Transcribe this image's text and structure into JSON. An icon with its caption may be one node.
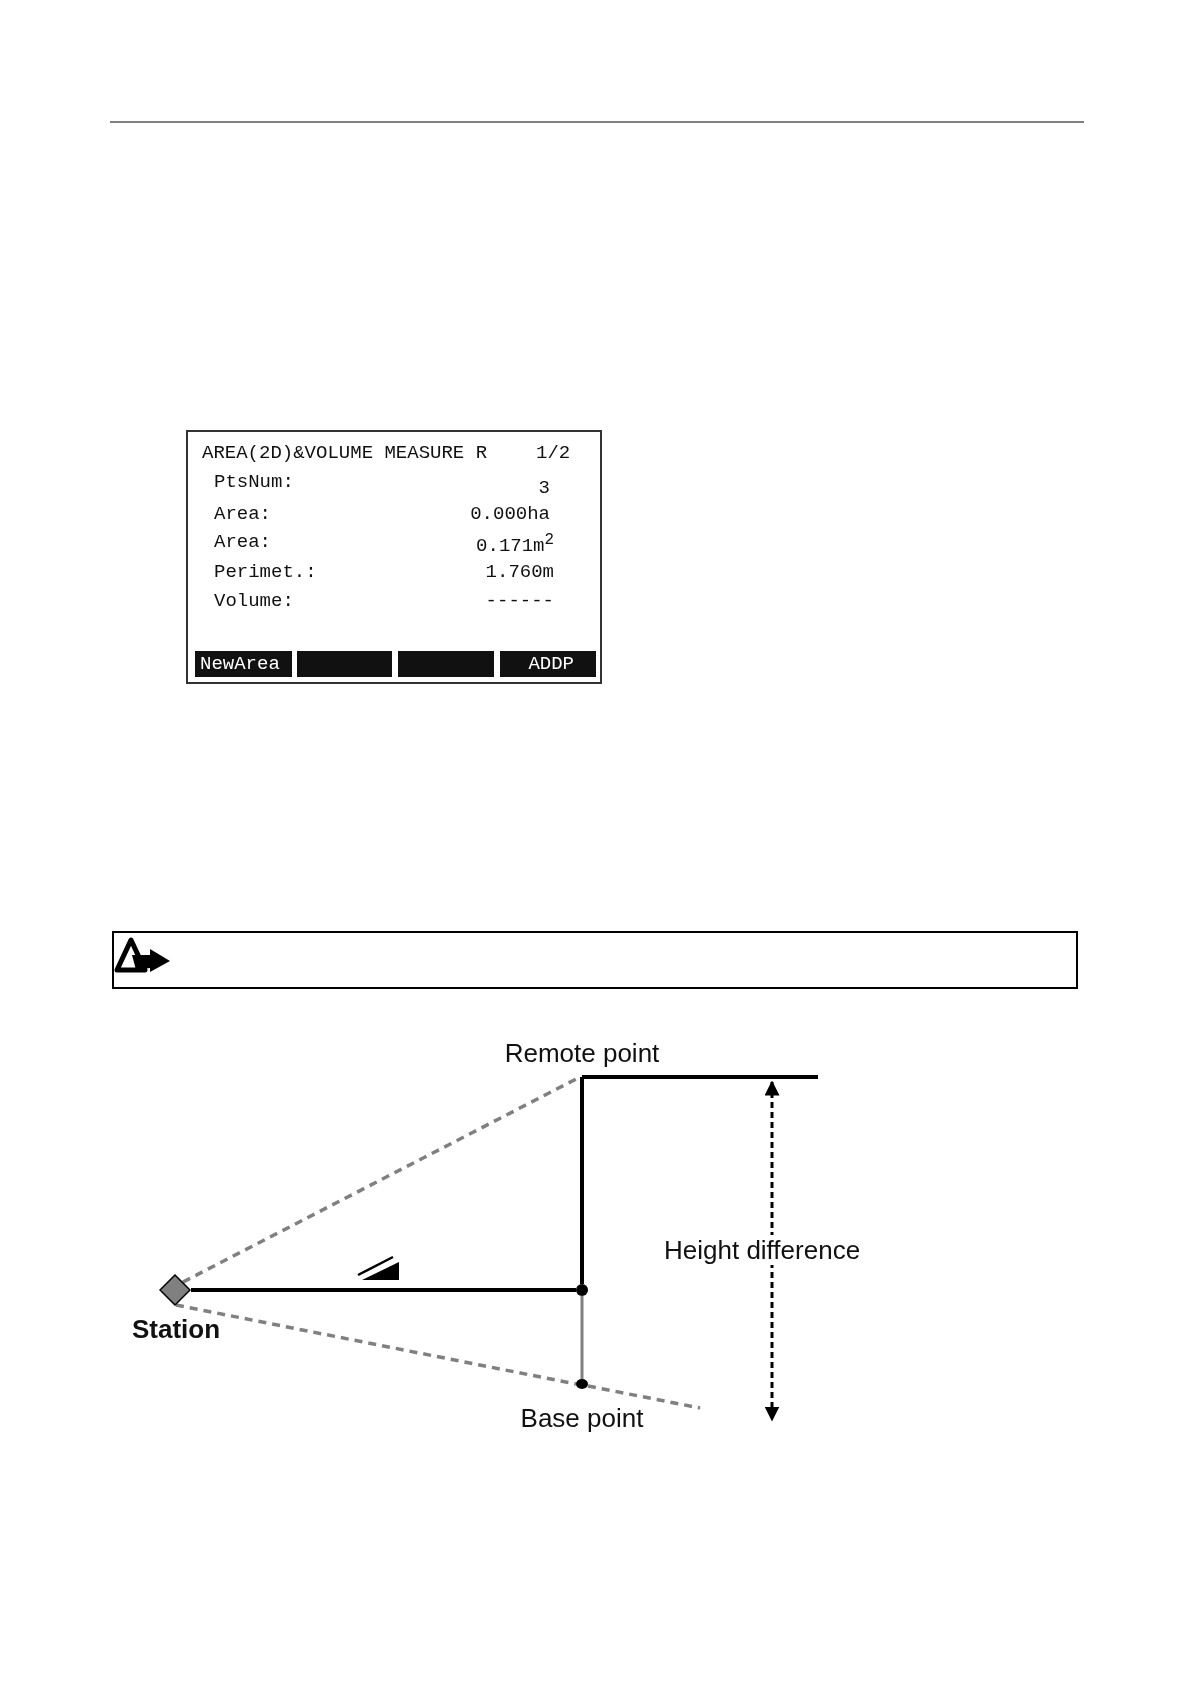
{
  "diagram": {
    "nodes": [
      {
        "text": [
          "NewArea"
        ]
      },
      {
        "text": [],
        "shape": "box"
      },
      {
        "text": [],
        "shape": "box"
      },
      {
        "text": [
          "ADDP"
        ]
      },
      {
        "text": [
          "Station"
        ]
      },
      {
        "text": [
          "Remote point"
        ]
      },
      {
        "text": [],
        "shape": "circle"
      },
      {
        "text": [
          "Base point"
        ]
      }
    ],
    "edges": [
      {
        "from": 4,
        "to": 5,
        "arrow": "none",
        "style": "dashed",
        "color": "#808080"
      },
      {
        "from": 4,
        "to": 7,
        "arrow": "none",
        "style": "dashed",
        "color": "#808080"
      },
      {
        "from": 4,
        "to": 6,
        "arrow": "none",
        "color": "#000000"
      },
      {
        "from": 6,
        "to": 5,
        "arrow": "none",
        "color": "#000000"
      },
      {
        "from": 6,
        "to": 7,
        "arrow": "none",
        "color": "#808080"
      }
    ],
    "labels": [
      "AREA(2D)&VOLUME MEASURE R",
      "1/2",
      "PtsNum:",
      "3",
      "Area:",
      "0.000ha",
      "Area:",
      "0.171m$^{2}$",
      "Perimet.:",
      "1.760m",
      "Volume:",
      "------",
      "Height difference"
    ]
  }
}
